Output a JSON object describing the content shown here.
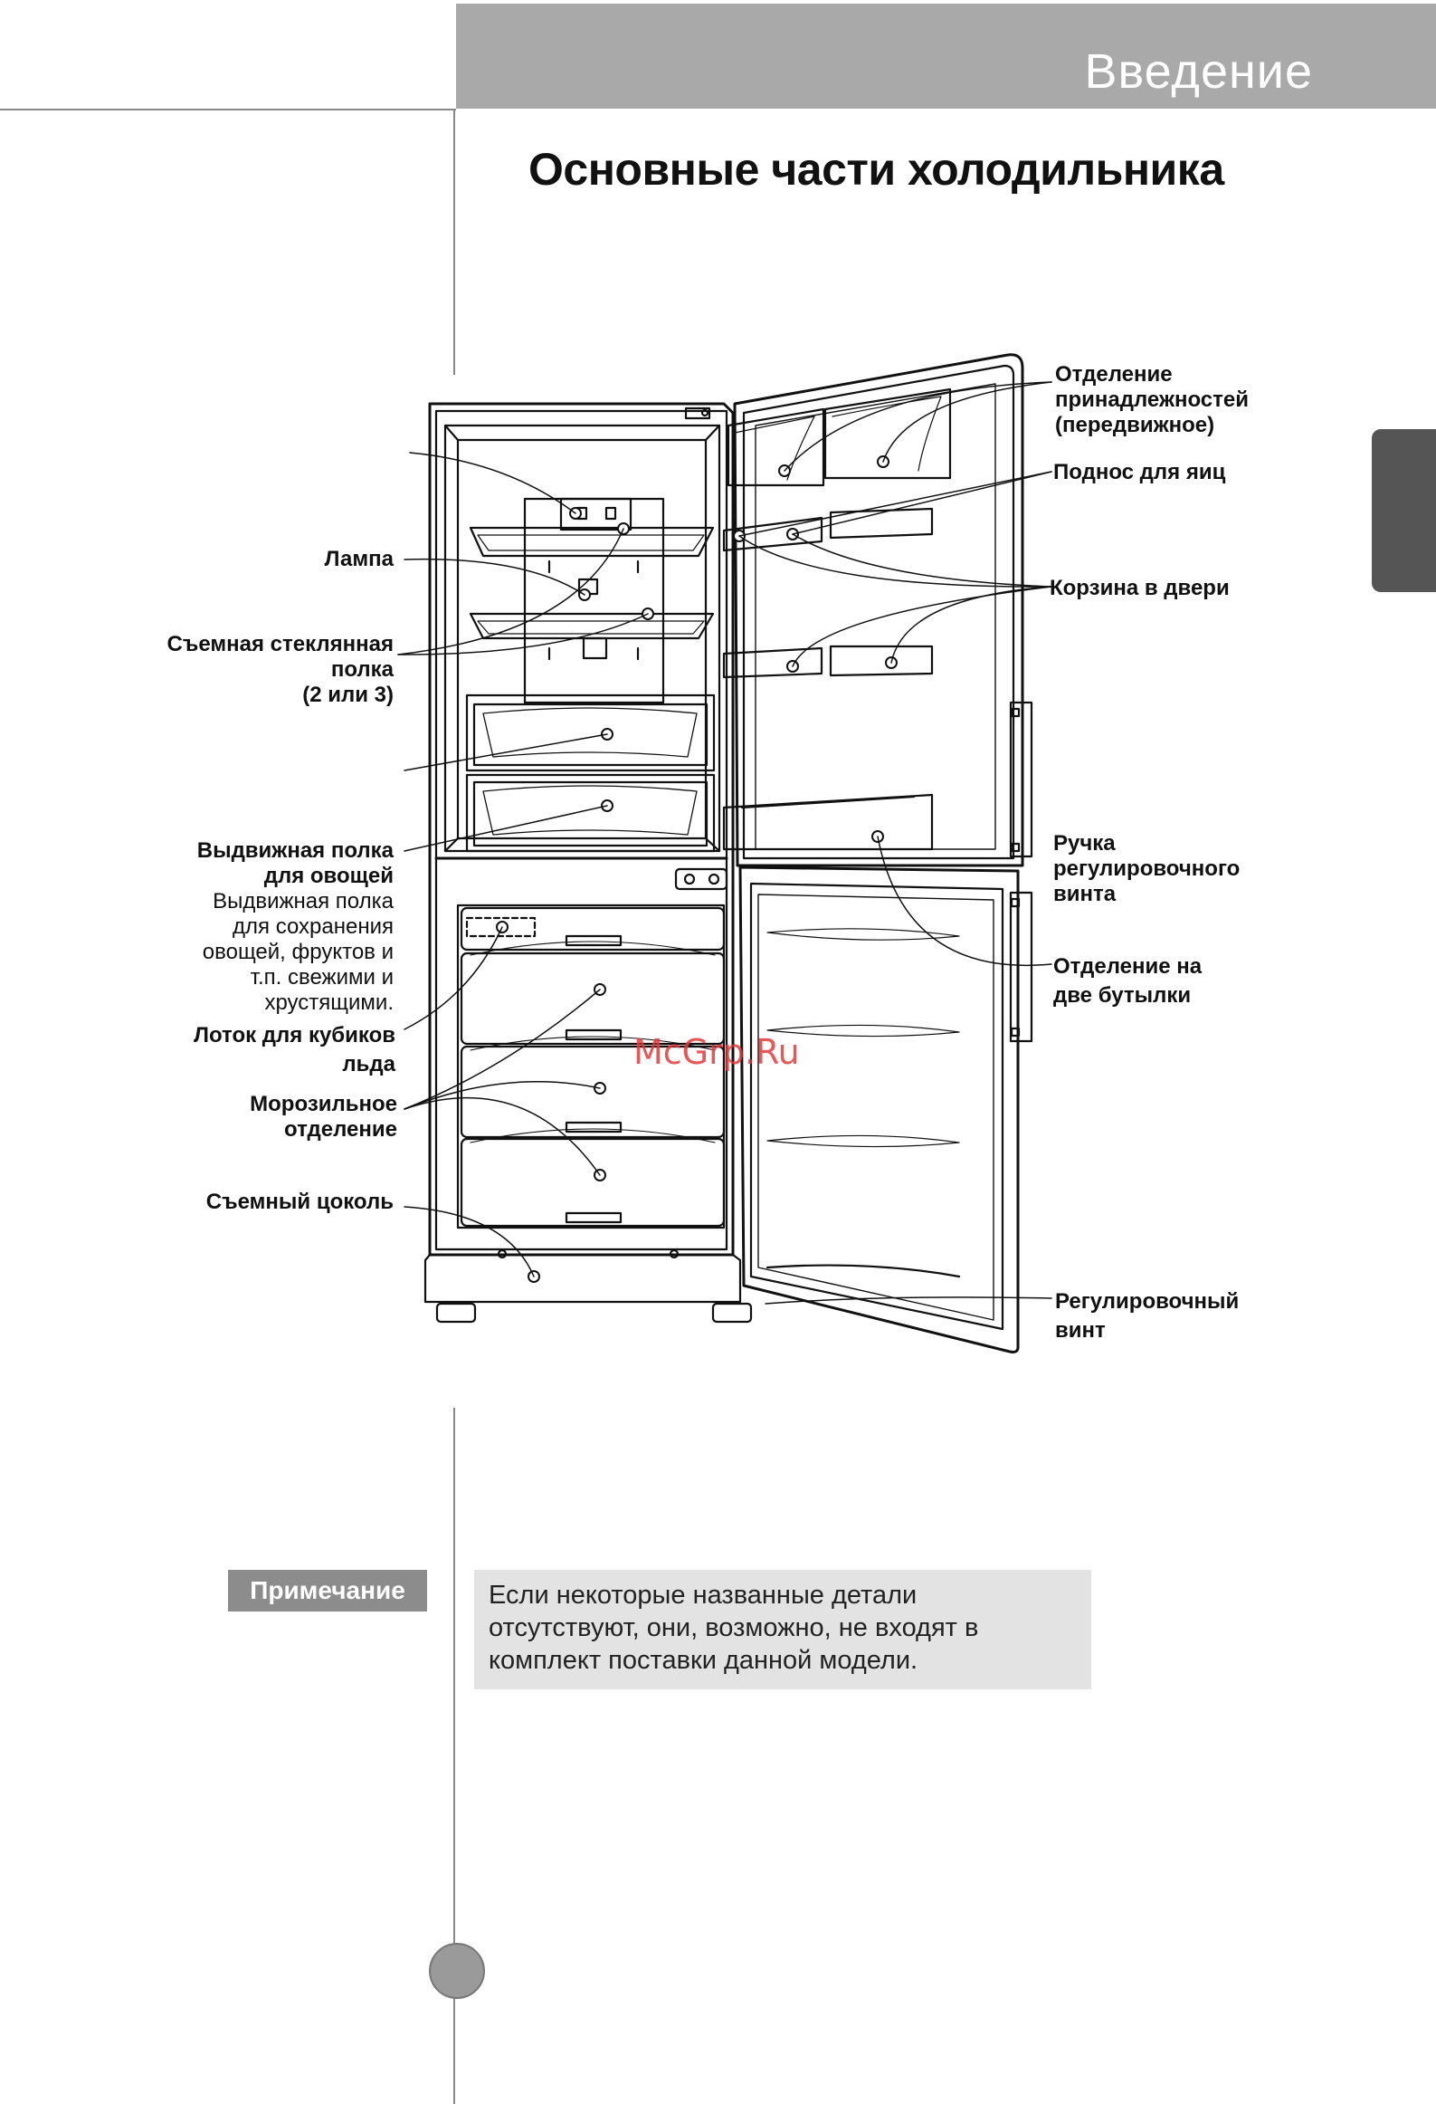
{
  "header": {
    "section": "Введение"
  },
  "title": "Основные части холодильника",
  "labels_left": {
    "lamp": "Лампа",
    "glass_shelf": [
      "Съемная стеклянная",
      "полка",
      "(2 или 3)"
    ],
    "vegetable_drawer": [
      "Выдвижная полка",
      "для овощей"
    ],
    "vegetable_drawer_desc": [
      "Выдвижная полка",
      "для сохранения",
      "овощей, фруктов и",
      "т.п. свежими и",
      "хрустящими."
    ],
    "ice_tray": [
      "Лоток для кубиков",
      "льда"
    ],
    "freezer": [
      "Морозильное",
      "отделение"
    ],
    "base": "Съемный цоколь"
  },
  "labels_right": {
    "accessory": [
      "Отделение",
      "принадлежностей",
      "(передвижное)"
    ],
    "egg_tray": "Поднос для яиц",
    "door_basket": "Корзина в двери",
    "handle": [
      "Ручка",
      "регулировочного",
      "винта"
    ],
    "bottles": [
      "Отделение на",
      "две бутылки"
    ],
    "screw": [
      "Регулировочный",
      "винт"
    ]
  },
  "watermark": "McGrp.Ru",
  "note": {
    "label": "Примечание",
    "text": [
      "Если некоторые названные детали",
      "отсутствуют, они, возможно, не входят в",
      "комплект поставки данной модели."
    ]
  }
}
